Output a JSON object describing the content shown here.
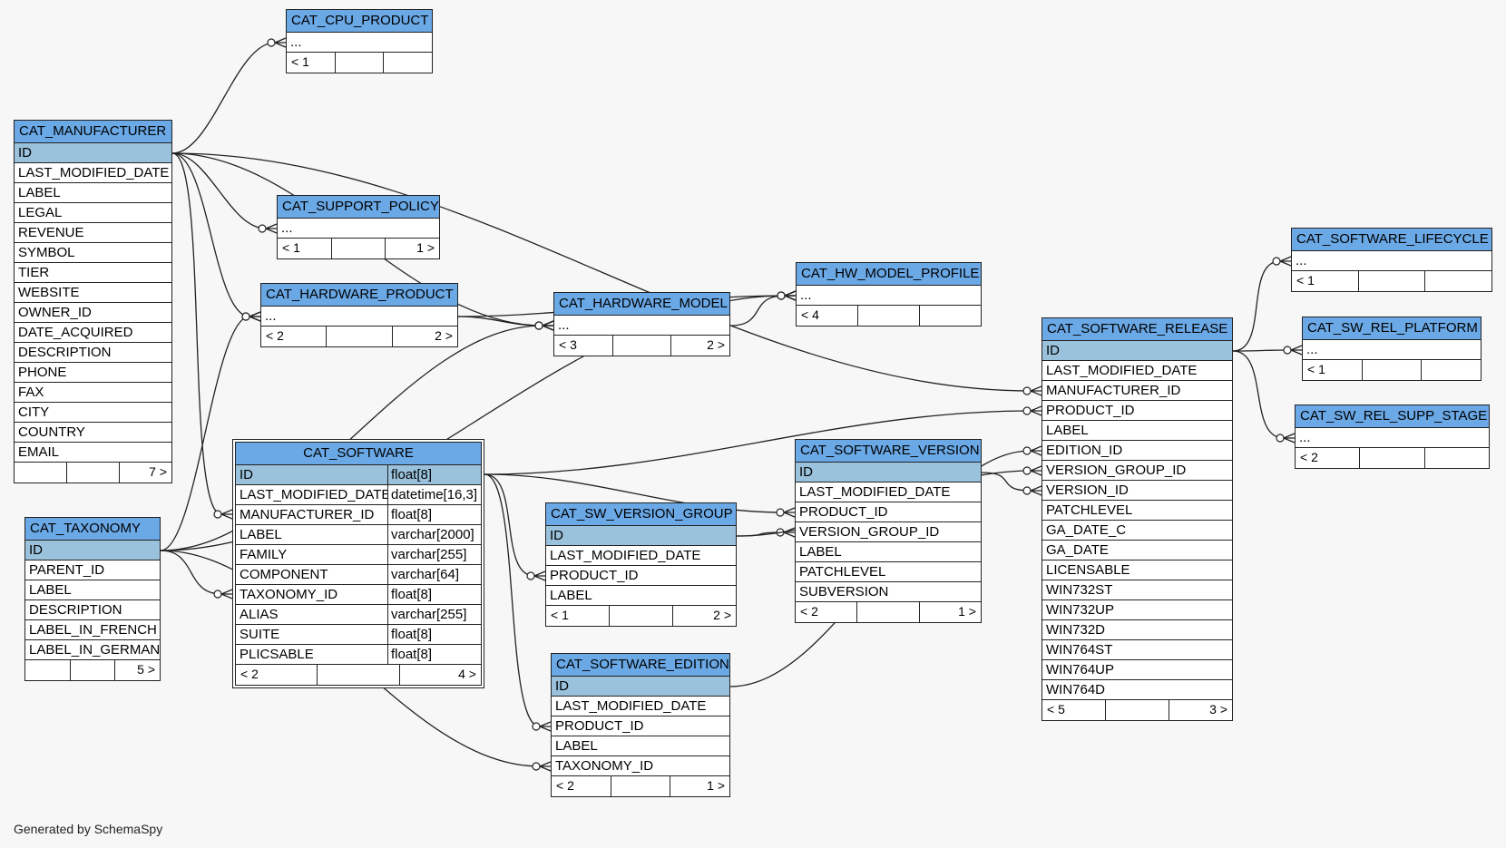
{
  "footer_text": "Generated by SchemaSpy",
  "colors": {
    "header": "#6aa8e6",
    "primary_key_row": "#9ac2dc",
    "background": "#f7f7f7",
    "line": "#222222"
  },
  "tables": [
    {
      "id": "cpu_product",
      "name": "CAT_CPU_PRODUCT",
      "rows": [
        {
          "label": "..."
        }
      ],
      "foot": [
        "< 1",
        "",
        ""
      ]
    },
    {
      "id": "manufacturer",
      "name": "CAT_MANUFACTURER",
      "rows": [
        {
          "label": "ID",
          "pk": true
        },
        {
          "label": "LAST_MODIFIED_DATE"
        },
        {
          "label": "LABEL"
        },
        {
          "label": "LEGAL"
        },
        {
          "label": "REVENUE"
        },
        {
          "label": "SYMBOL"
        },
        {
          "label": "TIER"
        },
        {
          "label": "WEBSITE"
        },
        {
          "label": "OWNER_ID"
        },
        {
          "label": "DATE_ACQUIRED"
        },
        {
          "label": "DESCRIPTION"
        },
        {
          "label": "PHONE"
        },
        {
          "label": "FAX"
        },
        {
          "label": "CITY"
        },
        {
          "label": "COUNTRY"
        },
        {
          "label": "EMAIL"
        }
      ],
      "foot": [
        "",
        "",
        "7 >"
      ]
    },
    {
      "id": "support_policy",
      "name": "CAT_SUPPORT_POLICY",
      "rows": [
        {
          "label": "..."
        }
      ],
      "foot": [
        "< 1",
        "",
        "1 >"
      ]
    },
    {
      "id": "hardware_product",
      "name": "CAT_HARDWARE_PRODUCT",
      "rows": [
        {
          "label": "..."
        }
      ],
      "foot": [
        "< 2",
        "",
        "2 >"
      ]
    },
    {
      "id": "hardware_model",
      "name": "CAT_HARDWARE_MODEL",
      "rows": [
        {
          "label": "..."
        }
      ],
      "foot": [
        "< 3",
        "",
        "2 >"
      ]
    },
    {
      "id": "hw_model_profile",
      "name": "CAT_HW_MODEL_PROFILE",
      "rows": [
        {
          "label": "..."
        }
      ],
      "foot": [
        "< 4",
        "",
        ""
      ]
    },
    {
      "id": "software_lifecycle",
      "name": "CAT_SOFTWARE_LIFECYCLE",
      "rows": [
        {
          "label": "..."
        }
      ],
      "foot": [
        "< 1",
        "",
        ""
      ]
    },
    {
      "id": "sw_rel_platform",
      "name": "CAT_SW_REL_PLATFORM",
      "rows": [
        {
          "label": "..."
        }
      ],
      "foot": [
        "< 1",
        "",
        ""
      ]
    },
    {
      "id": "sw_rel_supp_stage",
      "name": "CAT_SW_REL_SUPP_STAGE",
      "rows": [
        {
          "label": "..."
        }
      ],
      "foot": [
        "< 2",
        "",
        ""
      ]
    },
    {
      "id": "software_release",
      "name": "CAT_SOFTWARE_RELEASE",
      "rows": [
        {
          "label": "ID",
          "pk": true
        },
        {
          "label": "LAST_MODIFIED_DATE"
        },
        {
          "label": "MANUFACTURER_ID"
        },
        {
          "label": "PRODUCT_ID"
        },
        {
          "label": "LABEL"
        },
        {
          "label": "EDITION_ID"
        },
        {
          "label": "VERSION_GROUP_ID"
        },
        {
          "label": "VERSION_ID"
        },
        {
          "label": "PATCHLEVEL"
        },
        {
          "label": "GA_DATE_C"
        },
        {
          "label": "GA_DATE"
        },
        {
          "label": "LICENSABLE"
        },
        {
          "label": "WIN732ST"
        },
        {
          "label": "WIN732UP"
        },
        {
          "label": "WIN732D"
        },
        {
          "label": "WIN764ST"
        },
        {
          "label": "WIN764UP"
        },
        {
          "label": "WIN764D"
        }
      ],
      "foot": [
        "< 5",
        "",
        "3 >"
      ]
    },
    {
      "id": "software",
      "name": "CAT_SOFTWARE",
      "focus": true,
      "rows": [
        {
          "label": "ID",
          "type": "float[8]",
          "pk": true
        },
        {
          "label": "LAST_MODIFIED_DATE",
          "type": "datetime[16,3]"
        },
        {
          "label": "MANUFACTURER_ID",
          "type": "float[8]"
        },
        {
          "label": "LABEL",
          "type": "varchar[2000]"
        },
        {
          "label": "FAMILY",
          "type": "varchar[255]"
        },
        {
          "label": "COMPONENT",
          "type": "varchar[64]"
        },
        {
          "label": "TAXONOMY_ID",
          "type": "float[8]"
        },
        {
          "label": "ALIAS",
          "type": "varchar[255]"
        },
        {
          "label": "SUITE",
          "type": "float[8]"
        },
        {
          "label": "PLICSABLE",
          "type": "float[8]"
        }
      ],
      "foot": [
        "< 2",
        "",
        "4 >"
      ]
    },
    {
      "id": "taxonomy",
      "name": "CAT_TAXONOMY",
      "rows": [
        {
          "label": "ID",
          "pk": true
        },
        {
          "label": "PARENT_ID"
        },
        {
          "label": "LABEL"
        },
        {
          "label": "DESCRIPTION"
        },
        {
          "label": "LABEL_IN_FRENCH"
        },
        {
          "label": "LABEL_IN_GERMAN"
        }
      ],
      "foot": [
        "",
        "",
        "5 >"
      ]
    },
    {
      "id": "software_version",
      "name": "CAT_SOFTWARE_VERSION",
      "rows": [
        {
          "label": "ID",
          "pk": true
        },
        {
          "label": "LAST_MODIFIED_DATE"
        },
        {
          "label": "PRODUCT_ID"
        },
        {
          "label": "VERSION_GROUP_ID"
        },
        {
          "label": "LABEL"
        },
        {
          "label": "PATCHLEVEL"
        },
        {
          "label": "SUBVERSION"
        }
      ],
      "foot": [
        "< 2",
        "",
        "1 >"
      ]
    },
    {
      "id": "sw_version_group",
      "name": "CAT_SW_VERSION_GROUP",
      "rows": [
        {
          "label": "ID",
          "pk": true
        },
        {
          "label": "LAST_MODIFIED_DATE"
        },
        {
          "label": "PRODUCT_ID"
        },
        {
          "label": "LABEL"
        }
      ],
      "foot": [
        "< 1",
        "",
        "2 >"
      ]
    },
    {
      "id": "software_edition",
      "name": "CAT_SOFTWARE_EDITION",
      "rows": [
        {
          "label": "ID",
          "pk": true
        },
        {
          "label": "LAST_MODIFIED_DATE"
        },
        {
          "label": "PRODUCT_ID"
        },
        {
          "label": "LABEL"
        },
        {
          "label": "TAXONOMY_ID"
        }
      ],
      "foot": [
        "< 2",
        "",
        "1 >"
      ]
    }
  ]
}
